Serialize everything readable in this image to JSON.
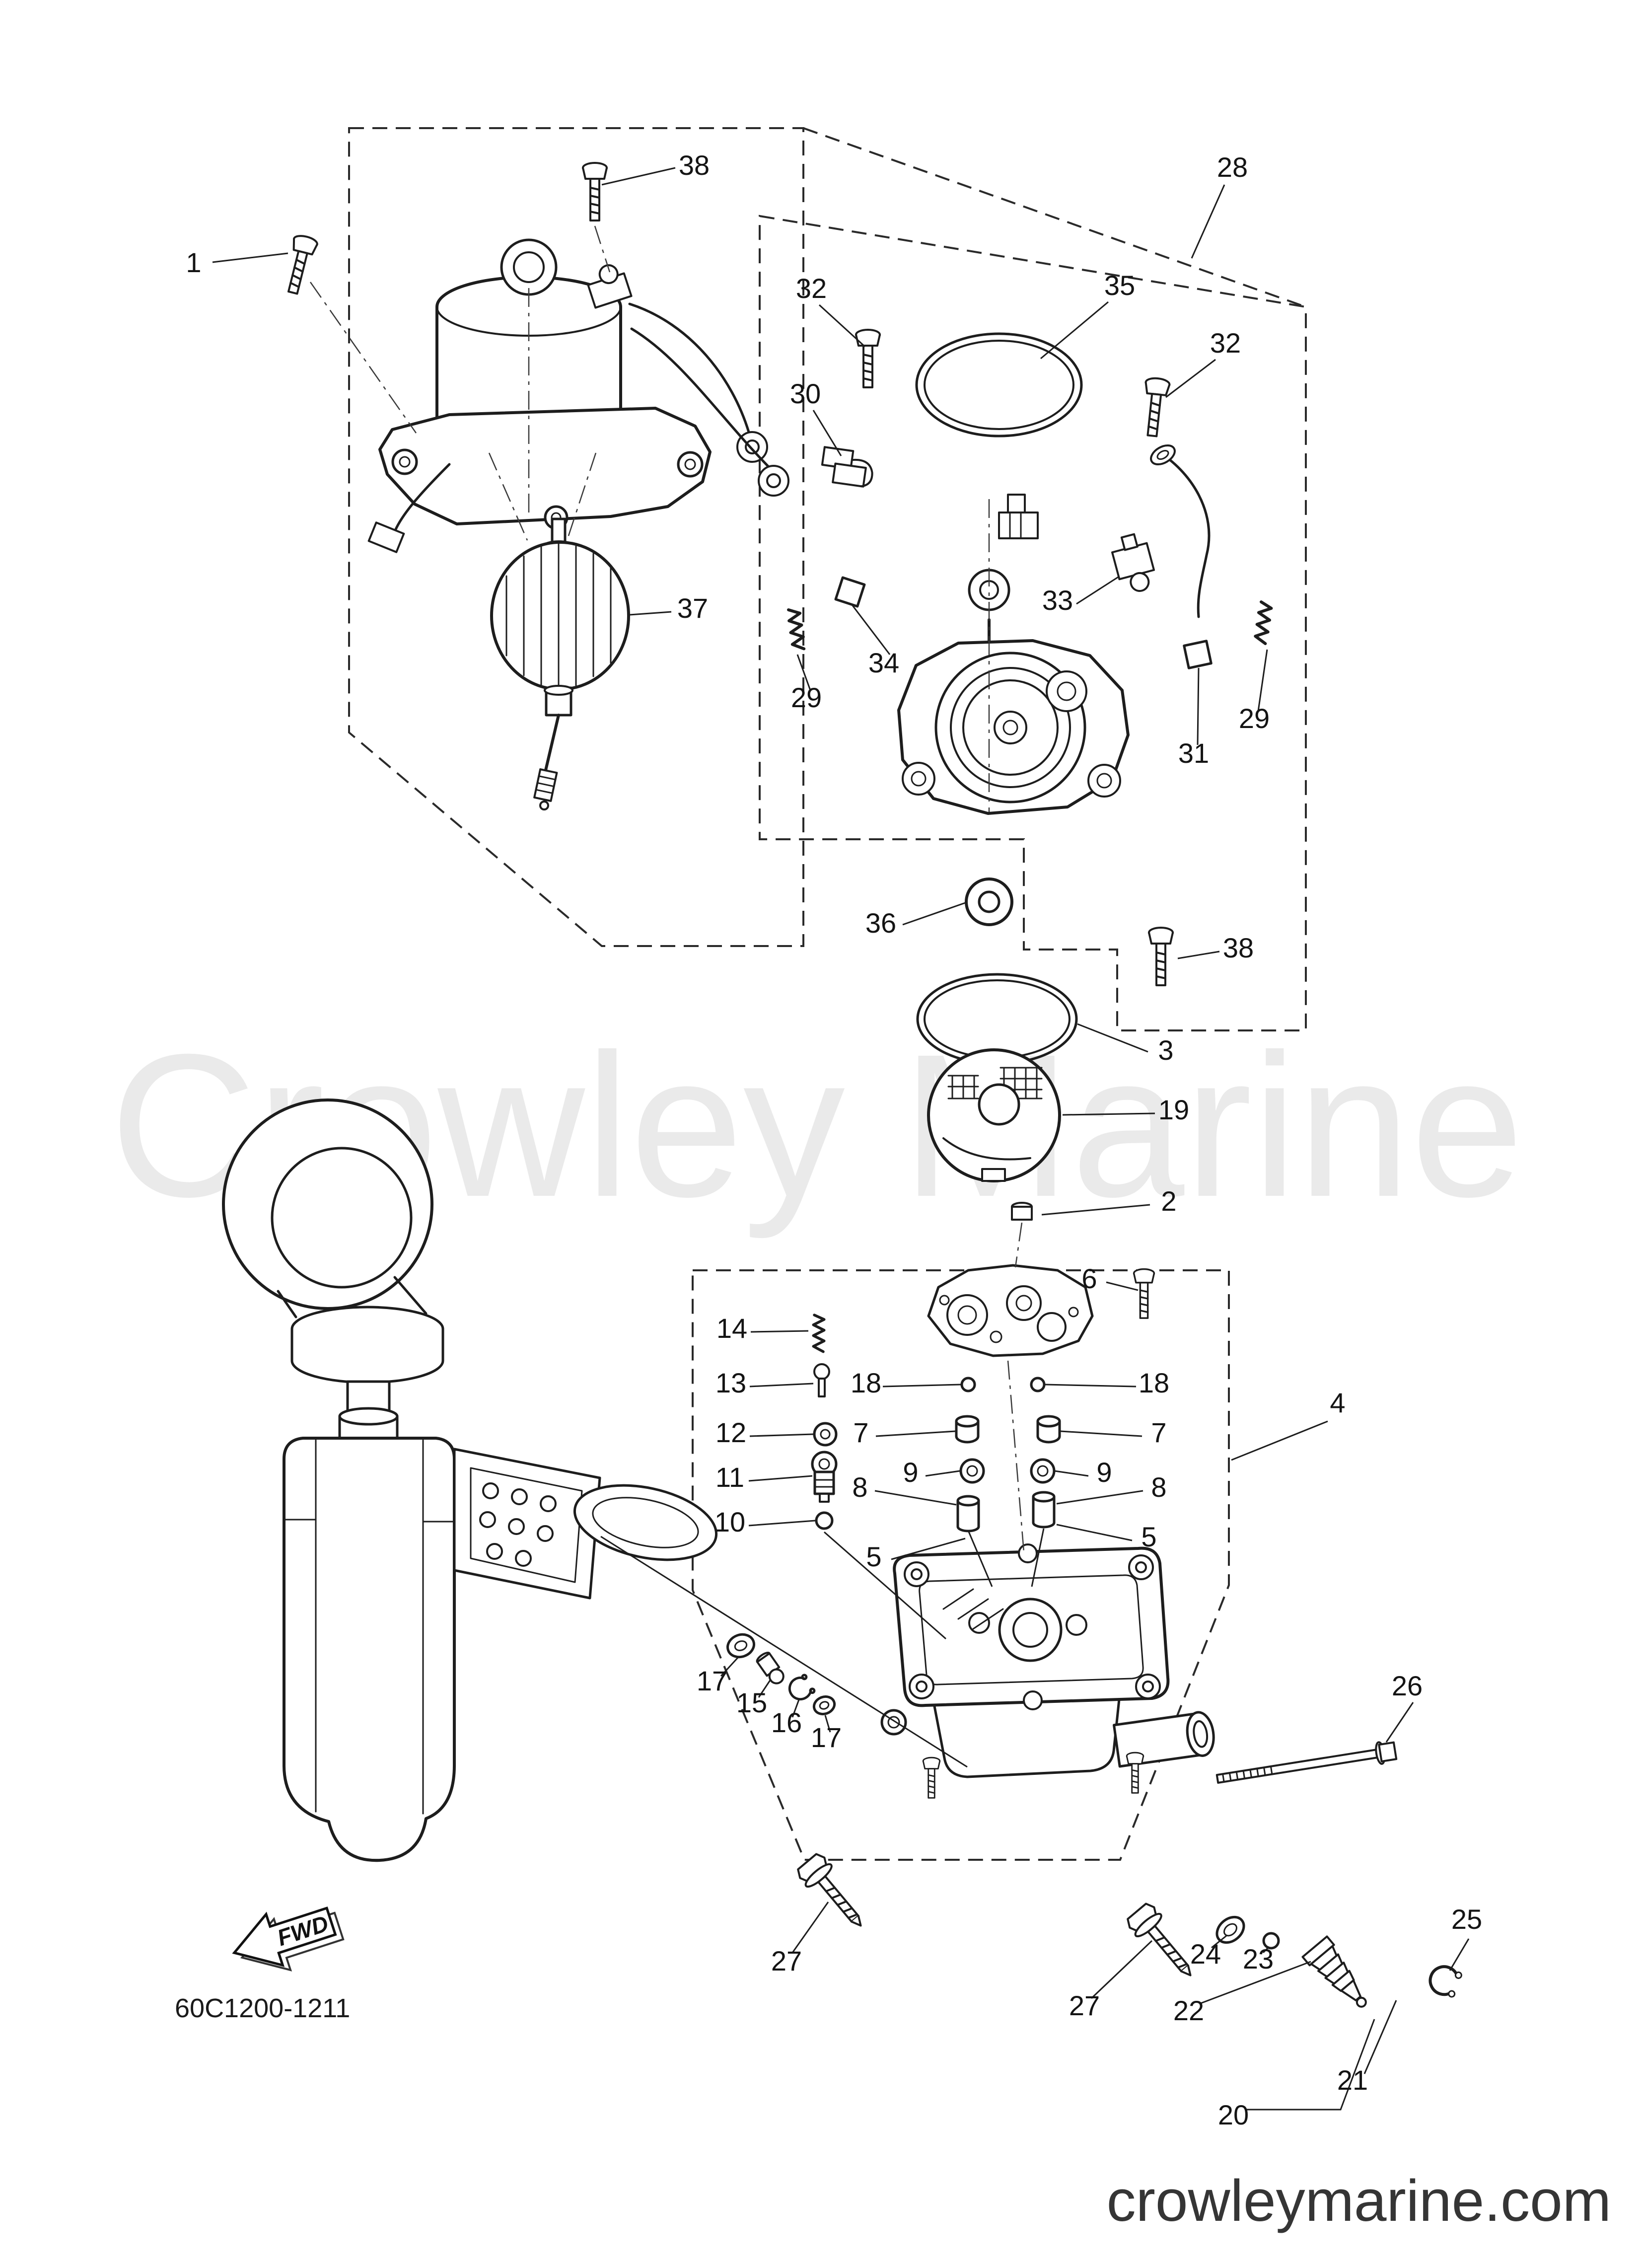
{
  "page": {
    "watermark": "Crowley Marine",
    "footer_domain": "crowleymarine.com",
    "diagram_code": "60C1200-1211",
    "fwd_label": "FWD"
  },
  "callouts": [
    "1",
    "38",
    "28",
    "32",
    "35",
    "32",
    "30",
    "37",
    "33",
    "34",
    "29",
    "31",
    "29",
    "36",
    "38",
    "3",
    "19",
    "2",
    "6",
    "14",
    "13",
    "18",
    "18",
    "4",
    "12",
    "7",
    "7",
    "11",
    "9",
    "9",
    "8",
    "8",
    "10",
    "5",
    "5",
    "17",
    "15",
    "16",
    "17",
    "26",
    "27",
    "27",
    "24",
    "23",
    "25",
    "22",
    "21",
    "20"
  ]
}
